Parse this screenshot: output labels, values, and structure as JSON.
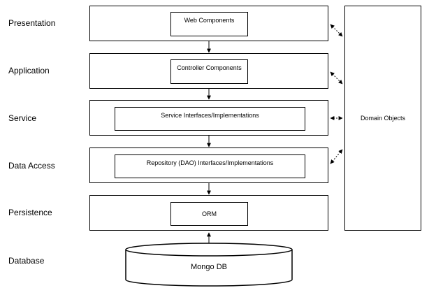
{
  "layers": [
    {
      "label": "Presentation",
      "component": "Web Components"
    },
    {
      "label": "Application",
      "component": "Controller Components"
    },
    {
      "label": "Service",
      "component": "Service Interfaces/Implementations"
    },
    {
      "label": "Data Access",
      "component": "Repository (DAO) Interfaces/Implementations"
    },
    {
      "label": "Persistence",
      "component": "ORM"
    },
    {
      "label": "Database",
      "component": "Mongo DB"
    }
  ],
  "domain_objects": "Domain Objects"
}
